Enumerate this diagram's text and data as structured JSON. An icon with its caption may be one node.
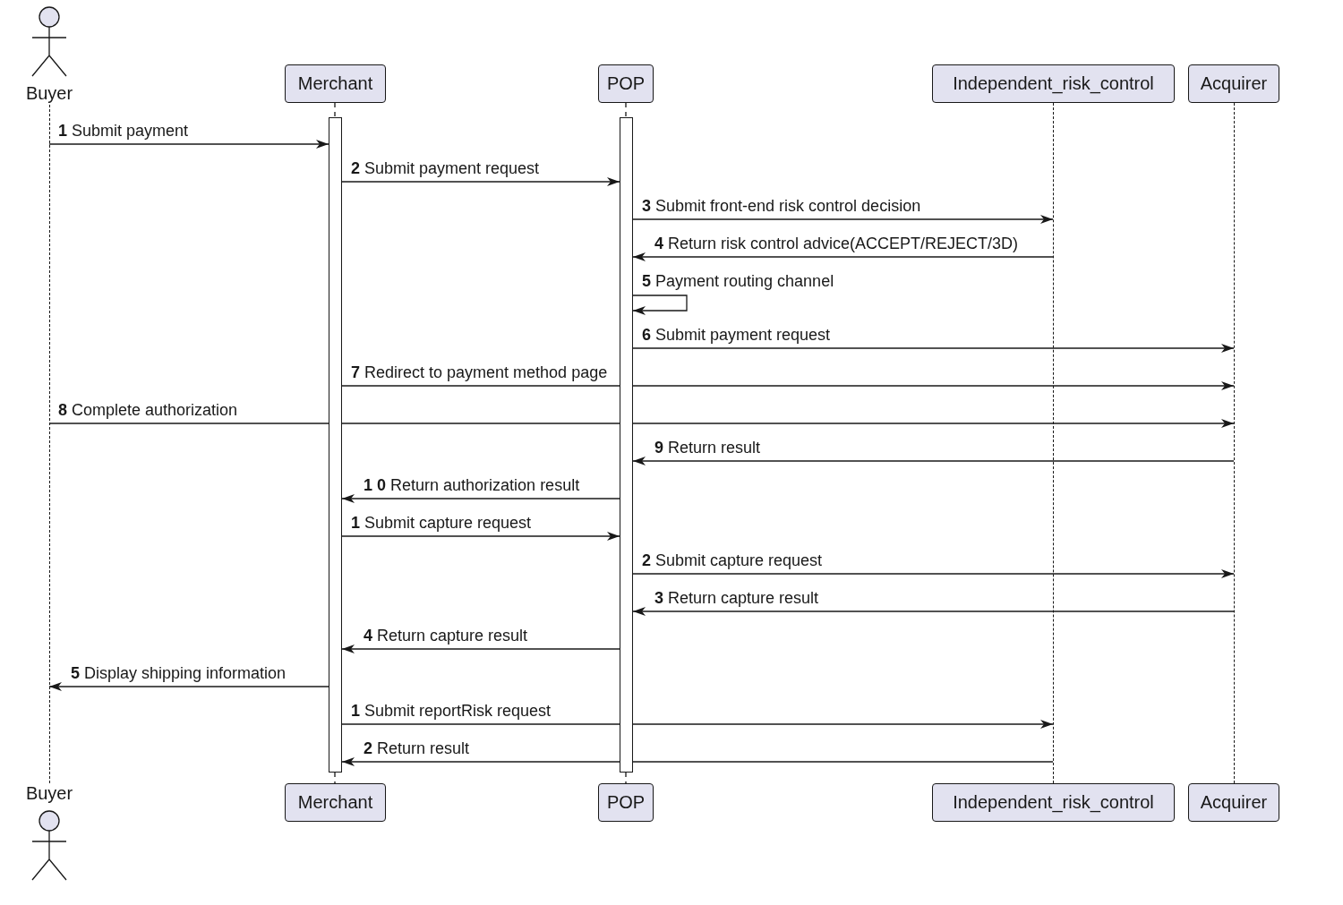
{
  "diagram": {
    "nodes": [
      {
        "text": [
          "Buyer"
        ]
      },
      {
        "text": [
          "Merchant"
        ]
      },
      {
        "text": [
          "POP"
        ]
      },
      {
        "text": [
          "Independent_risk_control"
        ]
      },
      {
        "text": [
          "Acquirer"
        ]
      },
      {
        "text": [
          "Buyer"
        ]
      },
      {
        "text": [
          "Merchant"
        ]
      },
      {
        "text": [
          "POP"
        ]
      },
      {
        "text": [
          "Independent_risk_control"
        ]
      },
      {
        "text": [
          "Acquirer"
        ]
      },
      {
        "text": [],
        "shape": "bar"
      },
      {
        "text": [],
        "shape": "bar"
      },
      {
        "text": [],
        "shape": "line"
      },
      {
        "text": [],
        "shape": "line"
      },
      {
        "text": [],
        "shape": "line"
      }
    ],
    "edges": [
      {
        "from": 12,
        "to": 10,
        "arrow": "to",
        "label": "**1** Submit payment"
      },
      {
        "from": 10,
        "to": 11,
        "arrow": "to",
        "label": "**2** Submit payment request"
      },
      {
        "from": 11,
        "to": 13,
        "arrow": "to",
        "label": "**3** Submit front-end risk control decision"
      },
      {
        "from": 13,
        "to": 11,
        "arrow": "to",
        "label": "**4** Return risk control advice(ACCEPT/REJECT/3D)"
      },
      {
        "from": 11,
        "to": 11,
        "arrow": "to",
        "label": "**5** Payment routing channel"
      },
      {
        "from": 11,
        "to": 14,
        "arrow": "to",
        "label": "**6** Submit payment request"
      },
      {
        "from": 10,
        "to": 14,
        "arrow": "to",
        "label": "**7** Redirect to payment method page"
      },
      {
        "from": 12,
        "to": 14,
        "arrow": "to",
        "label": "**8** Complete authorization"
      },
      {
        "from": 14,
        "to": 11,
        "arrow": "to",
        "label": "**9** Return result"
      },
      {
        "from": 11,
        "to": 10,
        "arrow": "to",
        "label": "**1 0** Return authorization result"
      },
      {
        "from": 10,
        "to": 11,
        "arrow": "to",
        "label": "**1** Submit capture request"
      },
      {
        "from": 11,
        "to": 14,
        "arrow": "to",
        "label": "**2** Submit capture request"
      },
      {
        "from": 14,
        "to": 11,
        "arrow": "to",
        "label": "**3** Return capture result"
      },
      {
        "from": 11,
        "to": 10,
        "arrow": "to",
        "label": "**4** Return capture result"
      },
      {
        "from": 10,
        "to": 12,
        "arrow": "to",
        "label": "**5** Display shipping information"
      },
      {
        "from": 10,
        "to": 13,
        "arrow": "to",
        "label": "**1** Submit reportRisk request"
      },
      {
        "from": 13,
        "to": 10,
        "arrow": "to",
        "label": "**2** Return result"
      },
      {
        "from": 1,
        "to": 10,
        "arrow": "none",
        "style": "dashed"
      },
      {
        "from": 10,
        "to": 6,
        "arrow": "none",
        "style": "dashed"
      },
      {
        "from": 2,
        "to": 11,
        "arrow": "none",
        "style": "dashed"
      },
      {
        "from": 11,
        "to": 7,
        "arrow": "none",
        "style": "dashed"
      }
    ]
  }
}
